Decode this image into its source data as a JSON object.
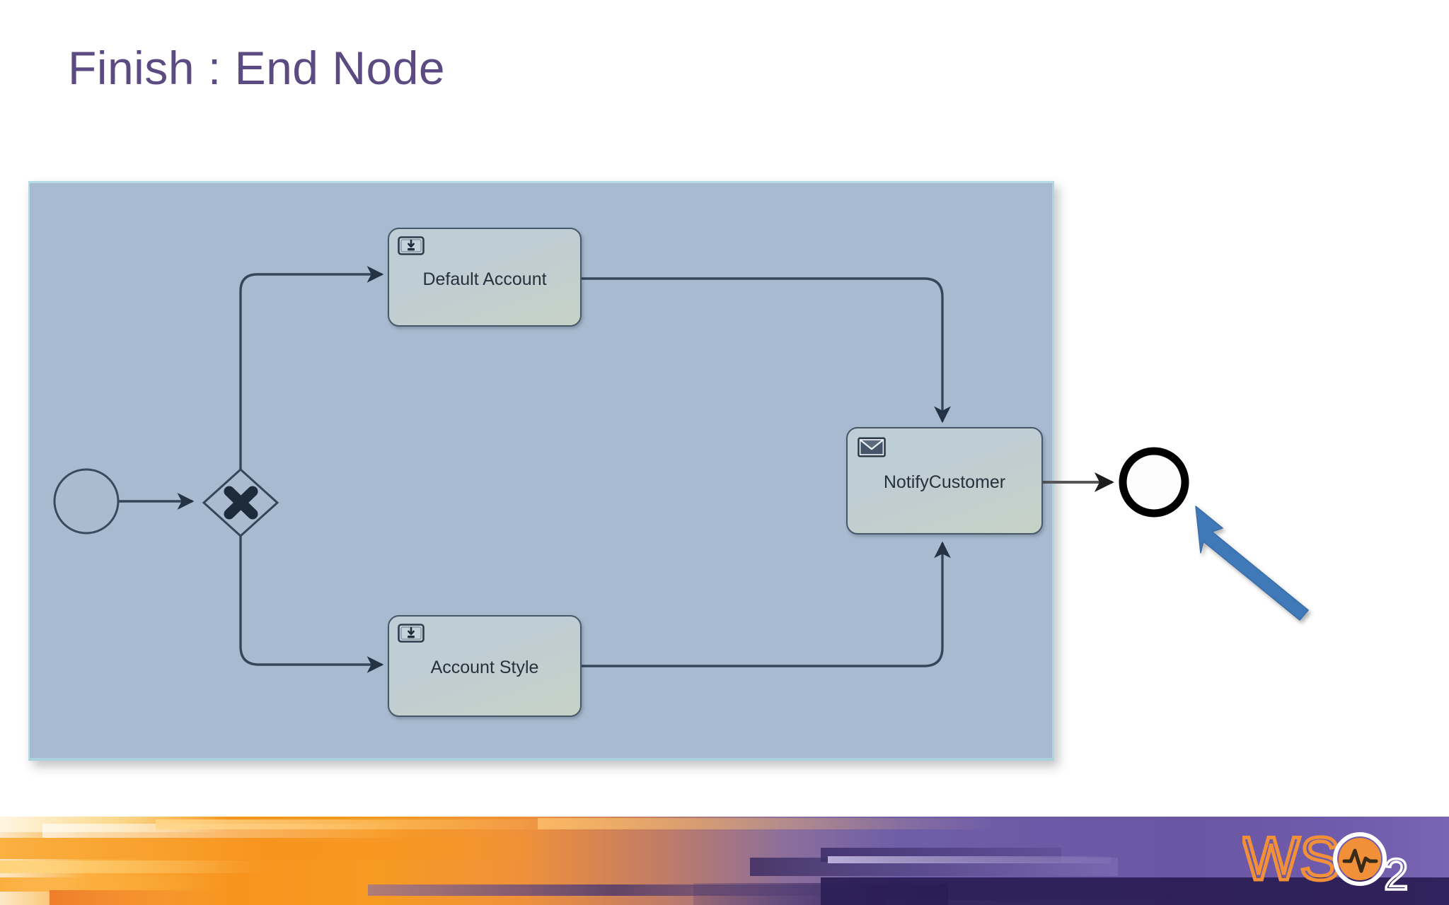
{
  "slide": {
    "title": "Finish : End Node",
    "title_color": "#5b4b82",
    "background": "#ffffff"
  },
  "diagram": {
    "panel_background": "#a8bad0",
    "panel_border": "#b7dce4",
    "stroke_color": "#36465a",
    "node_fill_top": "#bfcdd6",
    "node_fill_bottom": "#c6d2c6",
    "node_border": "#465768",
    "type": "bpmn-process",
    "nodes": [
      {
        "id": "start",
        "kind": "start-event",
        "label": ""
      },
      {
        "id": "gateway",
        "kind": "exclusive-gateway",
        "label": ""
      },
      {
        "id": "default-account",
        "kind": "task",
        "label": "Default Account",
        "icon": "receive-task-icon"
      },
      {
        "id": "account-style",
        "kind": "task",
        "label": "Account Style",
        "icon": "receive-task-icon"
      },
      {
        "id": "notify-customer",
        "kind": "task",
        "label": "NotifyCustomer",
        "icon": "send-task-envelope-icon"
      },
      {
        "id": "end",
        "kind": "end-event",
        "label": ""
      }
    ],
    "flows": [
      {
        "from": "start",
        "to": "gateway"
      },
      {
        "from": "gateway",
        "to": "default-account"
      },
      {
        "from": "gateway",
        "to": "account-style"
      },
      {
        "from": "default-account",
        "to": "notify-customer"
      },
      {
        "from": "account-style",
        "to": "notify-customer"
      },
      {
        "from": "notify-customer",
        "to": "end"
      }
    ]
  },
  "annotation": {
    "kind": "pointer-arrow",
    "color": "#3f7cc0",
    "points_to": "end"
  },
  "footer": {
    "gradient_left": "#f7941e",
    "gradient_right": "#6d5aa6",
    "logo": {
      "wordmark": "WS",
      "subscript": "2",
      "mark_color": "#f2903a",
      "mark": "pulse-circle-icon"
    }
  }
}
